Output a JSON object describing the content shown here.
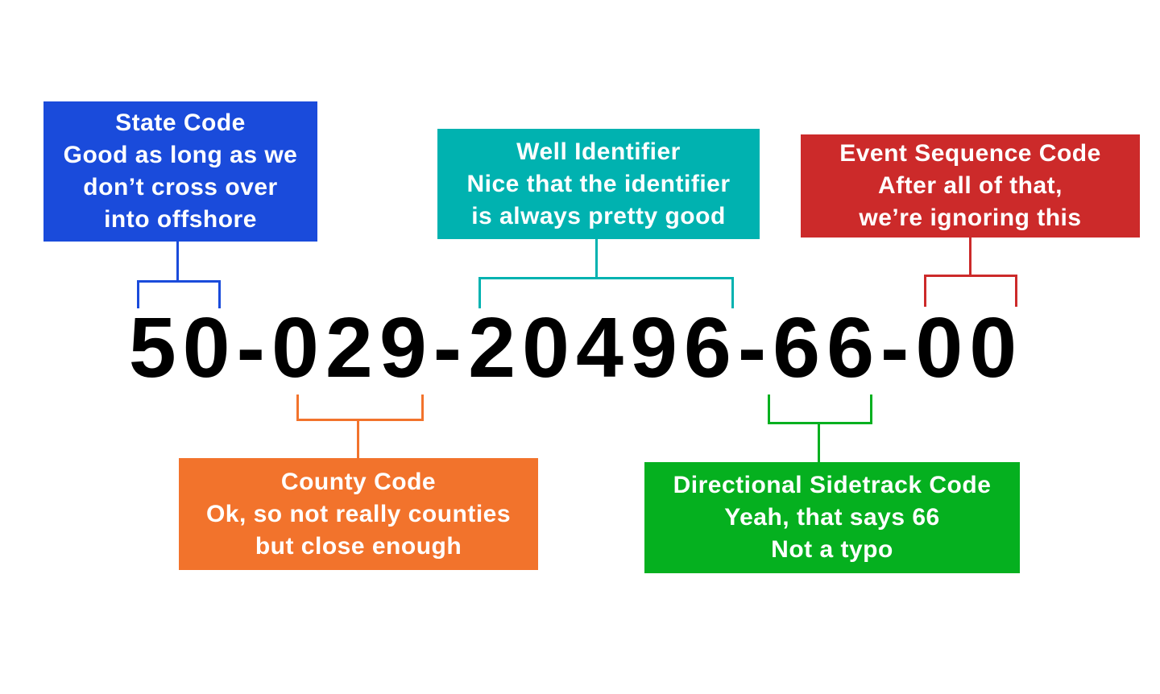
{
  "api_number": "50-029-20496-66-00",
  "callouts": {
    "state": {
      "title": "State Code",
      "lines": [
        "Good as long as we",
        "don’t cross over",
        "into offshore"
      ],
      "color": "#1a4bdb"
    },
    "well": {
      "title": "Well Identifier",
      "lines": [
        "Nice that the identifier",
        "is always pretty good"
      ],
      "color": "#00b2b0"
    },
    "event": {
      "title": "Event Sequence Code",
      "lines": [
        "After all of that,",
        "we’re ignoring this"
      ],
      "color": "#cc2a2a"
    },
    "county": {
      "title": "County Code",
      "lines": [
        "Ok, so not really counties",
        "but close enough"
      ],
      "color": "#f2732c"
    },
    "directional": {
      "title": "Directional Sidetrack Code",
      "lines": [
        "Yeah, that says 66",
        "Not a typo"
      ],
      "color": "#05b01f"
    }
  }
}
